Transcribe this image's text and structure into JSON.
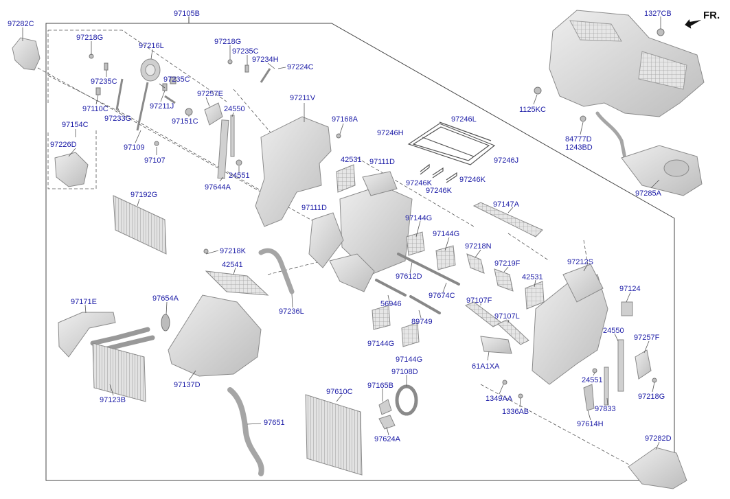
{
  "colors": {
    "label": "#1a1aa6",
    "line": "#555555",
    "part_fill": "#d9d9d9",
    "part_stroke": "#8a8a8a",
    "part_dark": "#b5b5b5"
  },
  "direction_label": "FR.",
  "labels": {
    "p97105B": "97105B",
    "p97282C": "97282C",
    "p97218G_a": "97218G",
    "p97216L": "97216L",
    "p97218G_b": "97218G",
    "p97235C_a": "97235C",
    "p97235C_b": "97235C",
    "p97235C_c": "97235C",
    "p97234H": "97234H",
    "p97224C": "97224C",
    "p97110C": "97110C",
    "p97233G": "97233G",
    "p97211J": "97211J",
    "p97151C": "97151C",
    "p97257E": "97257E",
    "p24550_a": "24550",
    "p97211V": "97211V",
    "p97168A": "97168A",
    "p97246H": "97246H",
    "p97246L": "97246L",
    "p97246J": "97246J",
    "p97246K_a": "97246K",
    "p97246K_b": "97246K",
    "p97246K_c": "97246K",
    "p97154C": "97154C",
    "p97226D": "97226D",
    "p97109": "97109",
    "p97107": "97107",
    "p97644A": "97644A",
    "p24551_a": "24551",
    "p42531_a": "42531",
    "p97111D_a": "97111D",
    "p97111D_b": "97111D",
    "p97192G": "97192G",
    "p97147A": "97147A",
    "p97144G_a": "97144G",
    "p97144G_b": "97144G",
    "p97144G_c": "97144G",
    "p97144G_d": "97144G",
    "p97218K": "97218K",
    "p42541": "42541",
    "p97218N": "97218N",
    "p97219F": "97219F",
    "p97212S": "97212S",
    "p97612D": "97612D",
    "p97674C": "97674C",
    "p42531_b": "42531",
    "p97124": "97124",
    "p97171E": "97171E",
    "p97654A": "97654A",
    "p97236L": "97236L",
    "p56946": "56946",
    "p97107F": "97107F",
    "p97107L": "97107L",
    "p89749": "89749",
    "p24550_b": "24550",
    "p97257F": "97257F",
    "p61A1XA": "61A1XA",
    "p97108D": "97108D",
    "p24551_b": "24551",
    "p97123B": "97123B",
    "p97137D": "97137D",
    "p97610C": "97610C",
    "p97165B": "97165B",
    "p1349AA": "1349AA",
    "p97218G_c": "97218G",
    "p97833": "97833",
    "p1336AB": "1336AB",
    "p97614H": "97614H",
    "p97651": "97651",
    "p97624A": "97624A",
    "p97282D": "97282D",
    "p1327CB": "1327CB",
    "p1125KC": "1125KC",
    "p84777D": "84777D",
    "p1243BD": "1243BD",
    "p97285A": "97285A"
  }
}
